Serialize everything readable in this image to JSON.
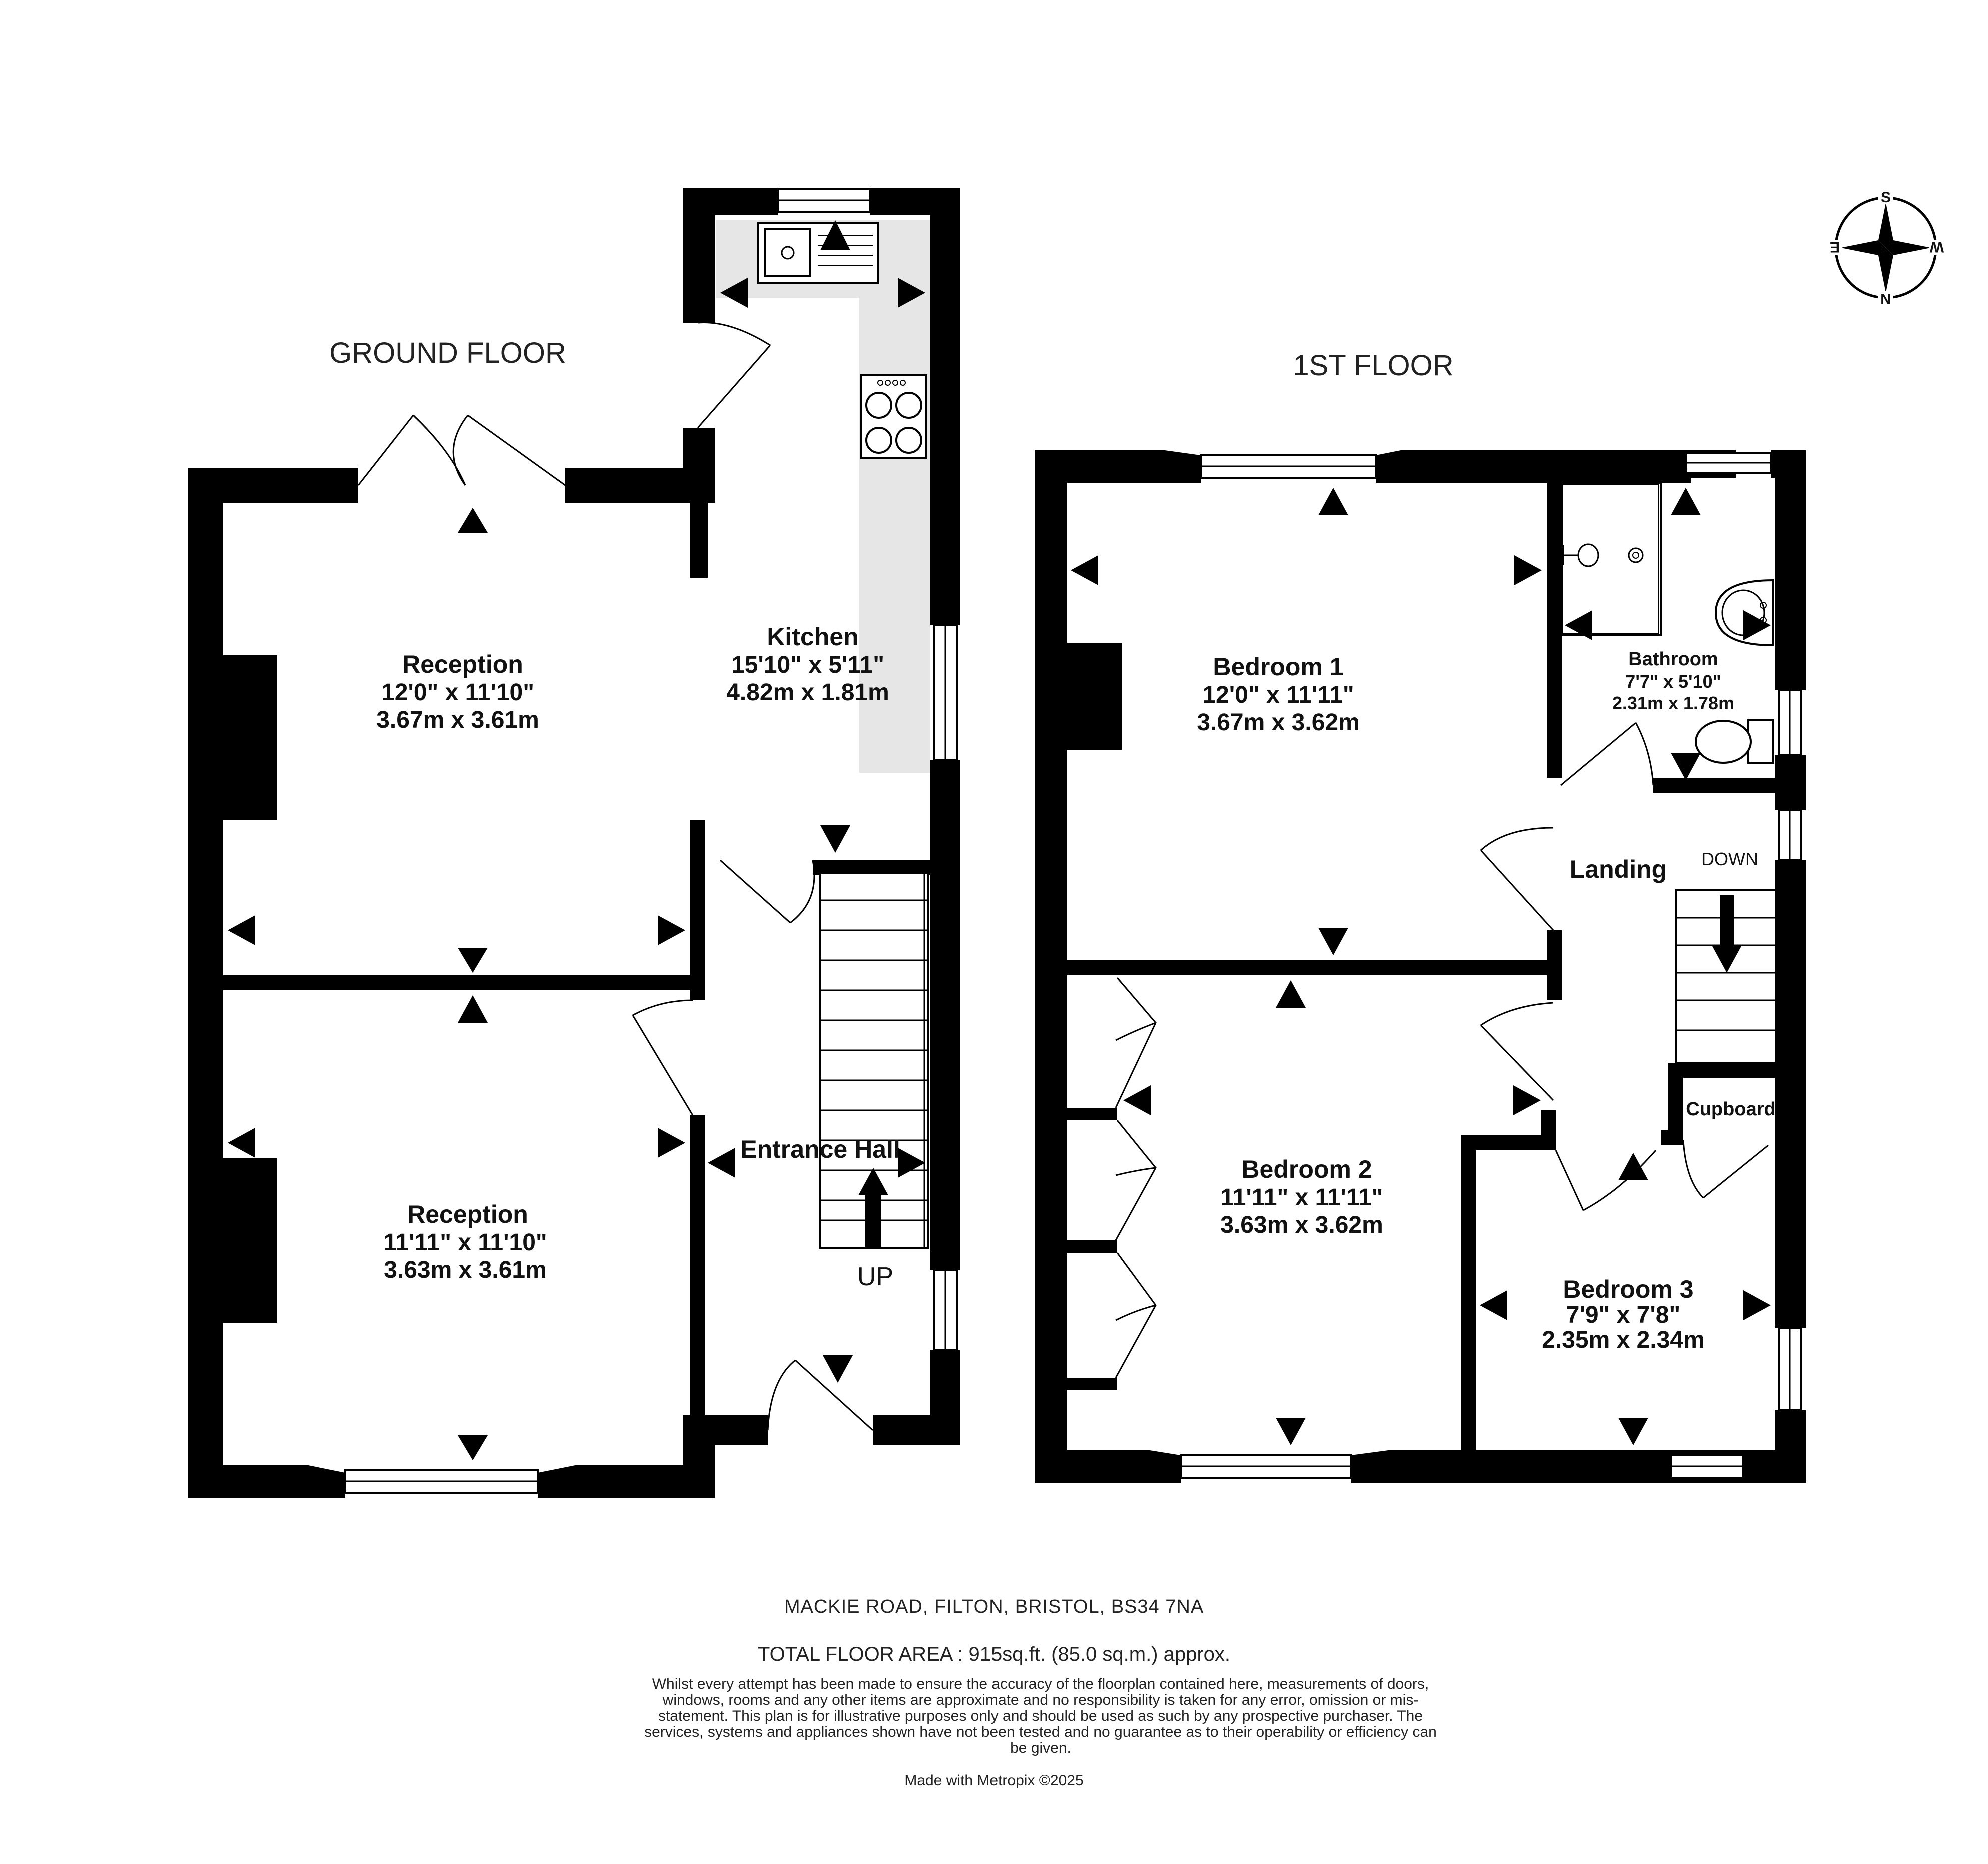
{
  "floors": {
    "ground": {
      "title": "GROUND FLOOR"
    },
    "first": {
      "title": "1ST FLOOR"
    }
  },
  "rooms": {
    "kitchen": {
      "name": "Kitchen",
      "imperial": "15'10\"  x 5'11\"",
      "metric": "4.82m  x 1.81m"
    },
    "reception_rear": {
      "name": "Reception",
      "imperial": "12'0\"  x 11'10\"",
      "metric": "3.67m  x 3.61m"
    },
    "reception_front": {
      "name": "Reception",
      "imperial": "11'11\"  x 11'10\"",
      "metric": "3.63m  x 3.61m"
    },
    "entrance_hall": {
      "name": "Entrance Hall"
    },
    "bedroom1": {
      "name": "Bedroom 1",
      "imperial": "12'0\"  x 11'11\"",
      "metric": "3.67m  x 3.62m"
    },
    "bathroom": {
      "name": "Bathroom",
      "imperial": "7'7\"  x 5'10\"",
      "metric": "2.31m  x 1.78m"
    },
    "landing": {
      "name": "Landing"
    },
    "bedroom2": {
      "name": "Bedroom 2",
      "imperial": "11'11\"  x 11'11\"",
      "metric": "3.63m  x 3.62m"
    },
    "bedroom3": {
      "name": "Bedroom 3",
      "imperial": "7'9\"  x 7'8\"",
      "metric": "2.35m  x 2.34m"
    },
    "cupboard": {
      "name": "Cupboard"
    }
  },
  "stairs": {
    "up_label": "UP",
    "down_label": "DOWN"
  },
  "compass": {
    "north": "N",
    "south": "S",
    "east": "E",
    "west": "W"
  },
  "footer": {
    "address": "MACKIE ROAD, FILTON, BRISTOL, BS34 7NA",
    "total_area": "TOTAL FLOOR AREA : 915sq.ft. (85.0 sq.m.) approx.",
    "disclaimer": "Whilst every attempt has been made to ensure the accuracy of the floorplan contained here, measurements of doors, windows, rooms and any other items are approximate and no responsibility is taken for any error, omission or mis-statement. This plan is for illustrative purposes only and should be used as such by any prospective purchaser. The services, systems and appliances shown have not been tested and no guarantee as to their operability or efficiency can be given.",
    "made_with": "Made with Metropix ©2025"
  }
}
